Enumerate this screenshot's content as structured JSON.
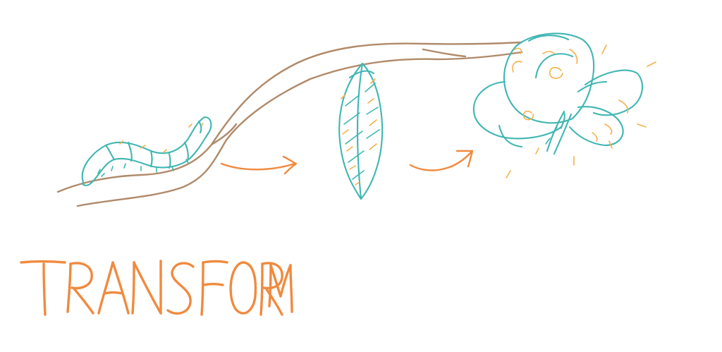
{
  "title": "TRANSFORM",
  "colors": {
    "teal": "#3fb6b2",
    "orange": "#f08a3e",
    "light_orange": "#f5b04a",
    "brown": "#b08a6a",
    "background": "#ffffff"
  },
  "illustration": {
    "stages": [
      {
        "name": "caterpillar",
        "icon": "caterpillar-icon"
      },
      {
        "name": "chrysalis",
        "icon": "chrysalis-icon"
      },
      {
        "name": "butterfly",
        "icon": "butterfly-icon"
      }
    ],
    "connectors": [
      "arrow-icon",
      "arrow-icon"
    ],
    "support": "branch-icon"
  }
}
